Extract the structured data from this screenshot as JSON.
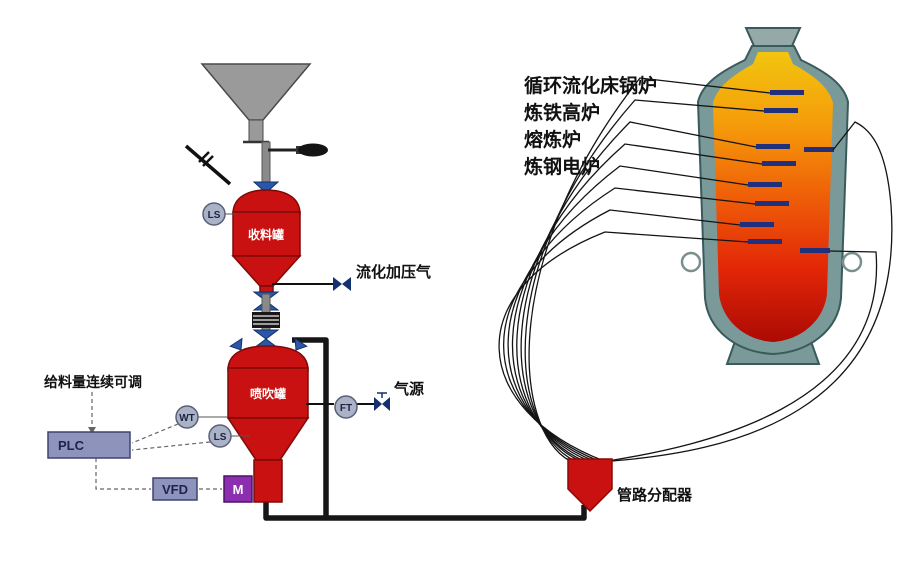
{
  "diagram": {
    "feed_system": {
      "feed_rate_label": "给料量连续可调",
      "plc_label": "PLC",
      "vfd_label": "VFD",
      "motor_label": "M",
      "receiving_tank_label": "收料罐",
      "injection_tank_label": "喷吹罐",
      "fluidizing_gas_label": "流化加压气",
      "gas_source_label": "气源",
      "instruments": {
        "level_switch_upper": "LS",
        "weight_transmitter": "WT",
        "level_switch_lower": "LS",
        "flow_transmitter": "FT"
      }
    },
    "distributor_label": "管路分配器",
    "furnace_applications": [
      "循环流化床锅炉",
      "炼铁高炉",
      "熔炼炉",
      "炼钢电炉"
    ],
    "colors": {
      "vessel_red": "#c81110",
      "valve_blue": "#2b57a8",
      "valve_dark_blue": "#14306e",
      "instrument_fill": "#aab2c8",
      "control_box_fill": "#8d93bb",
      "motor_purple": "#8b2fb0",
      "pipe_black": "#161616",
      "furnace_shell": "#7a9a9a",
      "flame_yellow": "#f2c50f",
      "flame_red": "#ac0a04",
      "lance_navy": "#20307c"
    }
  }
}
